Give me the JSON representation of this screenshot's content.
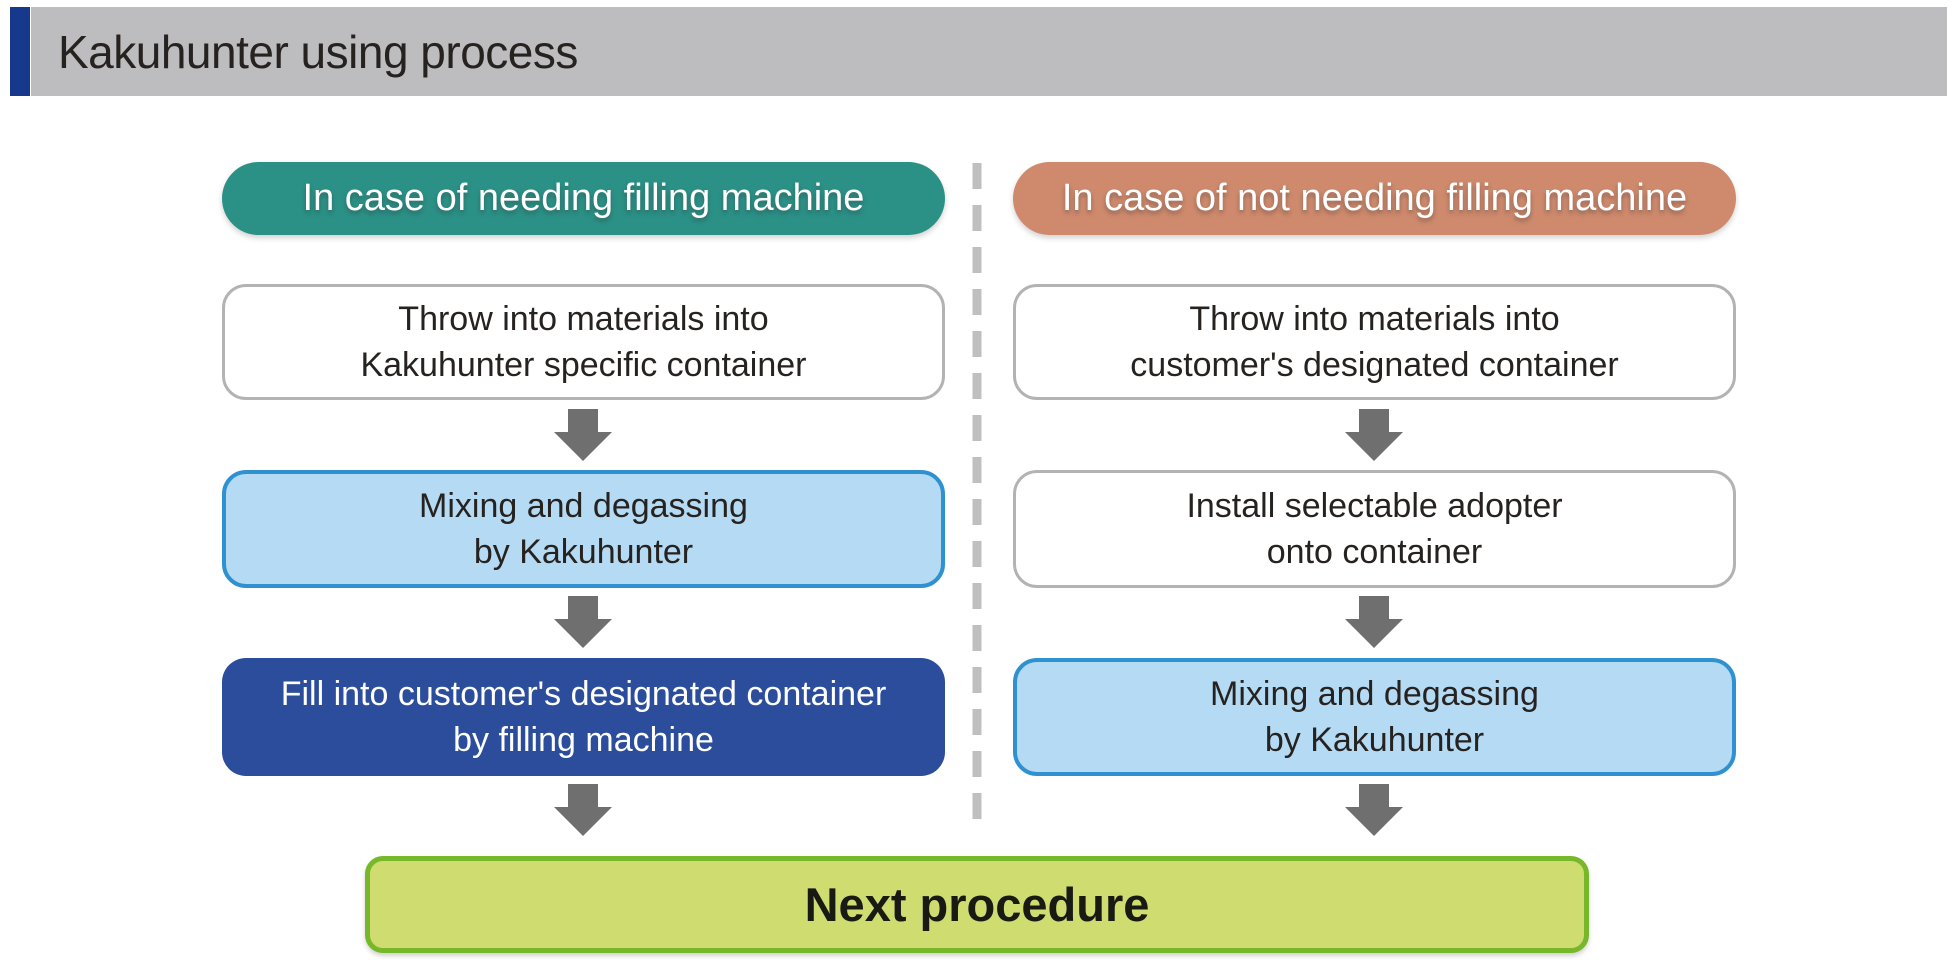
{
  "header": {
    "title": "Kakuhunter using process"
  },
  "columns": [
    {
      "id": "needing-filling-machine",
      "header": "In case of needing filling machine",
      "steps": [
        {
          "text": "Throw into materials into\nKakuhunter specific container",
          "style": "plain"
        },
        {
          "text": "Mixing and degassing\nby Kakuhunter",
          "style": "highlight-blue"
        },
        {
          "text": "Fill into customer's designated container\nby filling machine",
          "style": "solid-blue"
        }
      ]
    },
    {
      "id": "not-needing-filling-machine",
      "header": "In case of not needing filling machine",
      "steps": [
        {
          "text": "Throw into materials into\ncustomer's designated container",
          "style": "plain"
        },
        {
          "text": "Install selectable adopter\nonto container",
          "style": "plain"
        },
        {
          "text": "Mixing and degassing\nby Kakuhunter",
          "style": "highlight-blue"
        }
      ]
    }
  ],
  "footer": {
    "next_label": "Next procedure"
  },
  "icons": {
    "down_arrow": "block-down-arrow"
  },
  "colors": {
    "accent_bar": "#16388d",
    "header_bg": "#bdbdbf",
    "title_text": "#262220",
    "teal_pill": "#2b9187",
    "salmon_pill": "#cf8a6d",
    "plain_box_border": "#b3b3b3",
    "light_blue_fill": "#b5daf3",
    "light_blue_border": "#3091d1",
    "dark_blue_fill": "#2c4d9c",
    "next_fill": "#cedc70",
    "next_border": "#77b82a",
    "arrow_gray": "#6f6f6f",
    "divider_gray": "#bfbfbf"
  }
}
